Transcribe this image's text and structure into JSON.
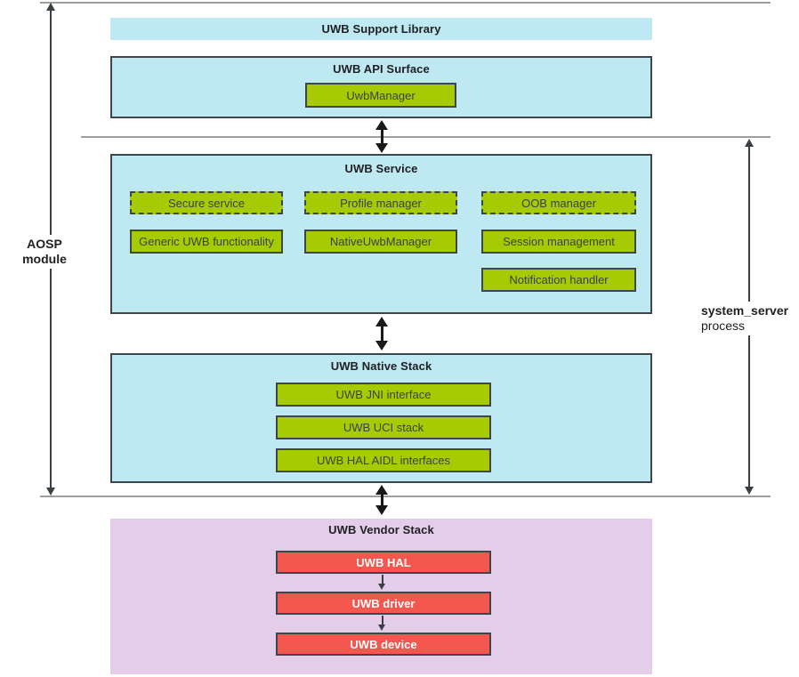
{
  "diagram": {
    "annotations": {
      "aosp_module": "AOSP module",
      "system_server_name": "system_server",
      "system_server_sub": "process"
    },
    "layers": {
      "support_library": {
        "title": "UWB Support Library"
      },
      "api_surface": {
        "title": "UWB API Surface",
        "components": [
          "UwbManager"
        ]
      },
      "service": {
        "title": "UWB Service",
        "planned_components": [
          "Secure service",
          "Profile manager",
          "OOB manager"
        ],
        "components": [
          "Generic UWB functionality",
          "NativeUwbManager",
          "Session management",
          "Notification handler"
        ]
      },
      "native_stack": {
        "title": "UWB Native Stack",
        "components": [
          "UWB JNI interface",
          "UWB UCI stack",
          "UWB HAL AIDL interfaces"
        ]
      },
      "vendor_stack": {
        "title": "UWB Vendor Stack",
        "components": [
          "UWB HAL",
          "UWB driver",
          "UWB device"
        ]
      }
    },
    "colors": {
      "layer-cyan": "#BEE9F2",
      "component-green": "#A7CB02",
      "vendor-purple": "#E3CDE9",
      "component-red": "#F4574D",
      "border-dark": "#3E464D",
      "line-gray": "#9E9E9E",
      "arrow-black": "#17191B",
      "text-dark": "#202124",
      "text-on-green": "#37424A"
    }
  }
}
